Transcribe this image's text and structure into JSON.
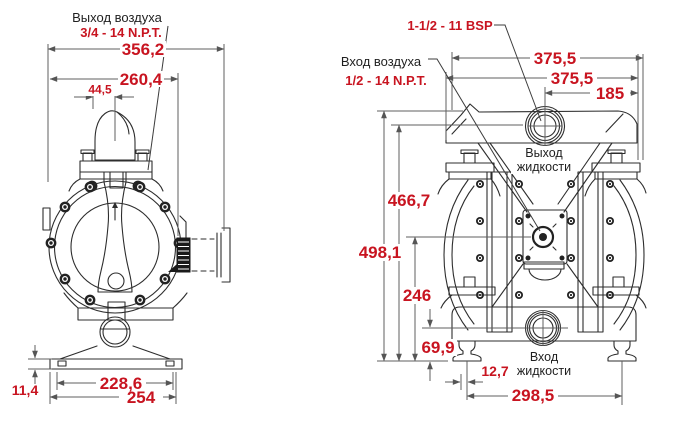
{
  "colors": {
    "dimension_text": "#c81420",
    "label_text": "#1f1f1f",
    "drawing_line": "#2d2d2d",
    "dimension_line": "#5f5f5f",
    "background": "#ffffff"
  },
  "left_view": {
    "air_outlet_label": "Выход воздуха",
    "air_outlet_thread": "3/4 - 14 N.P.T.",
    "dim_overall_width": "356,2",
    "dim_body_width": "260,4",
    "dim_muffler_offset": "44,5",
    "dim_base_thickness": "11,4",
    "dim_base_holes_span": "228,6",
    "dim_base_width": "254"
  },
  "right_view": {
    "outlet_thread": "1-1/2 - 11 BSP",
    "air_inlet_label": "Вход воздуха",
    "air_inlet_thread": "1/2 - 14 N.P.T.",
    "fluid_outlet_label_1": "Выход",
    "fluid_outlet_label_2": "жидкости",
    "fluid_inlet_label_1": "Вход",
    "fluid_inlet_label_2": "жидкости",
    "dim_width_top": "375,5",
    "dim_width_mid": "375,5",
    "dim_outlet_offset": "185",
    "dim_outlet_height": "466,7",
    "dim_overall_height": "498,1",
    "dim_air_valve_height": "246",
    "dim_inlet_height": "69,9",
    "dim_foot_slot": "12,7",
    "dim_foot_span": "298,5"
  }
}
